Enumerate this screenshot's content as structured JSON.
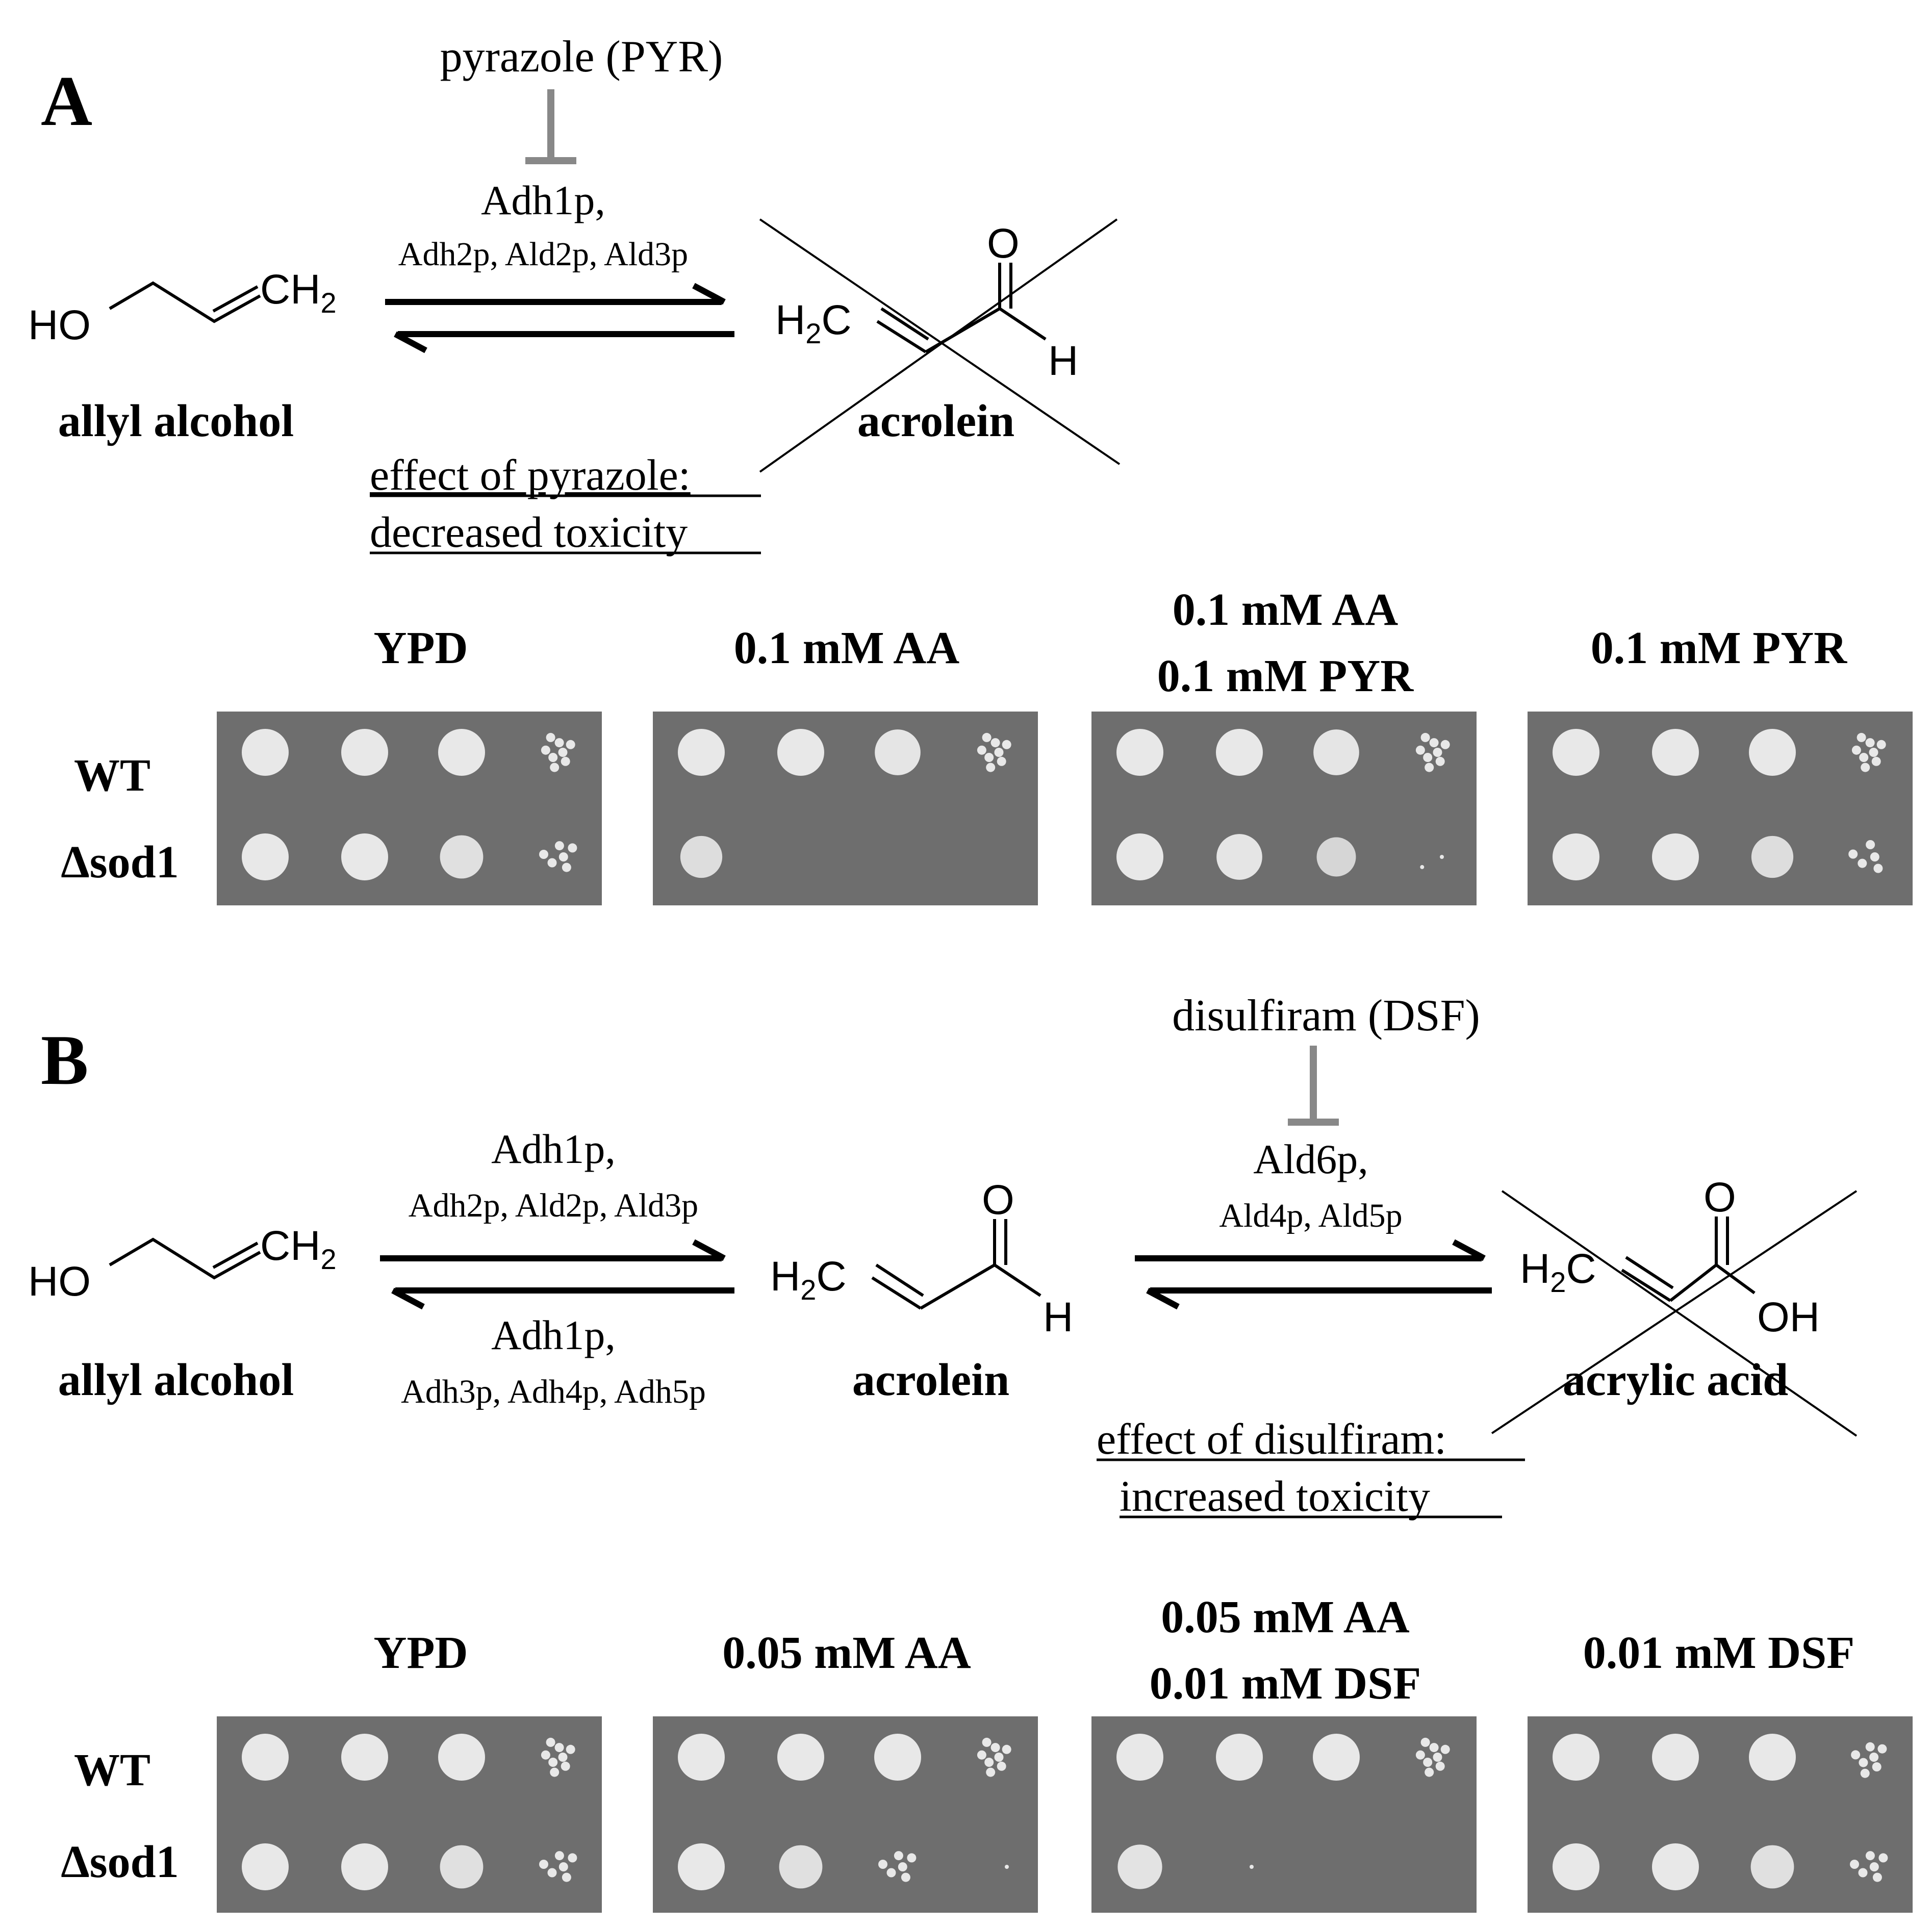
{
  "panel_a": {
    "label": "A",
    "inhibitor": "pyrazole (PYR)",
    "enzyme_main": "Adh1p,",
    "enzyme_others": "Adh2p, Ald2p, Ald3p",
    "substrate": "allyl alcohol",
    "product": "acrolein",
    "effect_line1": "effect of pyrazole:",
    "effect_line2": "decreased toxicity",
    "conditions": [
      {
        "line1": "YPD",
        "line2": ""
      },
      {
        "line1": "0.1 mM AA",
        "line2": ""
      },
      {
        "line1": "0.1 mM AA",
        "line2": "0.1 mM PYR"
      },
      {
        "line1": "0.1 mM PYR",
        "line2": ""
      }
    ],
    "strains": [
      "WT",
      "Δsod1"
    ]
  },
  "panel_b": {
    "label": "B",
    "inhibitor": "disulfiram (DSF)",
    "enzyme1_main": "Adh1p,",
    "enzyme1_others": "Adh2p, Ald2p, Ald3p",
    "enzyme1_rev_main": "Adh1p,",
    "enzyme1_rev_others": "Adh3p, Adh4p, Adh5p",
    "enzyme2_main": "Ald6p,",
    "enzyme2_others": "Ald4p, Ald5p",
    "substrate": "allyl alcohol",
    "intermediate": "acrolein",
    "product": "acrylic acid",
    "effect_line1": "effect of disulfiram:",
    "effect_line2": "increased toxicity",
    "conditions": [
      {
        "line1": "YPD",
        "line2": ""
      },
      {
        "line1": "0.05 mM AA",
        "line2": ""
      },
      {
        "line1": "0.05 mM AA",
        "line2": "0.01 mM DSF"
      },
      {
        "line1": "0.01 mM DSF",
        "line2": ""
      }
    ],
    "strains": [
      "WT",
      "Δsod1"
    ]
  },
  "chem": {
    "ho": "HO",
    "ch2": "CH",
    "h2c": "H",
    "sub2": "2",
    "c": "C",
    "o": "O",
    "h": "H",
    "oh": "OH"
  },
  "growth": {
    "a": [
      {
        "wt": [
          1,
          1,
          1,
          0.55
        ],
        "sod1": [
          1,
          1,
          0.85,
          0.45
        ]
      },
      {
        "wt": [
          1,
          1,
          0.95,
          0.6
        ],
        "sod1": [
          0.8,
          0,
          0,
          0
        ]
      },
      {
        "wt": [
          1,
          1,
          0.95,
          0.55
        ],
        "sod1": [
          1,
          0.95,
          0.7,
          0.15
        ]
      },
      {
        "wt": [
          1,
          1,
          1,
          0.55
        ],
        "sod1": [
          1,
          1,
          0.8,
          0.35
        ]
      }
    ],
    "b": [
      {
        "wt": [
          1,
          1,
          1,
          0.55
        ],
        "sod1": [
          1,
          1,
          0.85,
          0.45
        ]
      },
      {
        "wt": [
          1,
          1,
          1,
          0.6
        ],
        "sod1": [
          1,
          0.85,
          0.45,
          0.1
        ]
      },
      {
        "wt": [
          1,
          1,
          1,
          0.6
        ],
        "sod1": [
          0.9,
          0.08,
          0,
          0
        ]
      },
      {
        "wt": [
          1,
          1,
          1,
          0.5
        ],
        "sod1": [
          1,
          1,
          0.85,
          0.4
        ]
      }
    ]
  }
}
